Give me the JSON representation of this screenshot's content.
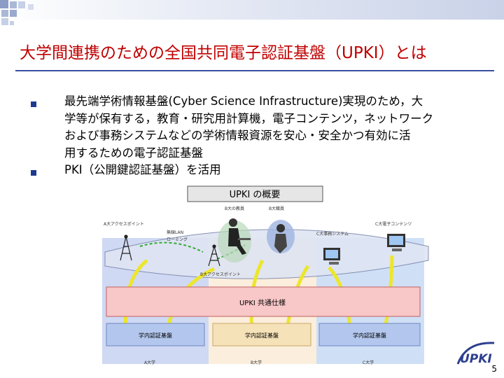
{
  "title": "大学間連携のための全国共同電子認証基盤（UPKI）とは",
  "bullets": [
    {
      "lines": [
        "最先端学術情報基盤(Cyber Science Infrastructure)実現のため，大",
        "学等が保有する，教育・研究用計算機，電子コンテンツ，ネットワーク",
        "および事務システムなどの学術情報資源を安心・安全かつ有効に活",
        "用するための電子認証基盤"
      ]
    },
    {
      "lines": [
        "PKI（公開鍵認証基盤）を活用"
      ]
    }
  ],
  "diagram": {
    "heading": "UPKI の概要",
    "teacher_label": "B大の教員",
    "staff_label": "B大職員",
    "access_point_a": "A大アクセスポイント",
    "wireless_lan": [
      "無線LAN",
      "ローミング"
    ],
    "admin_system": "C大事務システム",
    "e_contents": "C大電子コンテンツ",
    "access_point_b": "B大アクセスポイント",
    "common_spec": "UPKI 共通仕様",
    "campus_auth": [
      "学内認証基盤",
      "学内認証基盤",
      "学内認証基盤"
    ],
    "universities": [
      "A大学",
      "B大学",
      "C大学"
    ]
  },
  "logo_text": "UPKI",
  "page_number": "5"
}
